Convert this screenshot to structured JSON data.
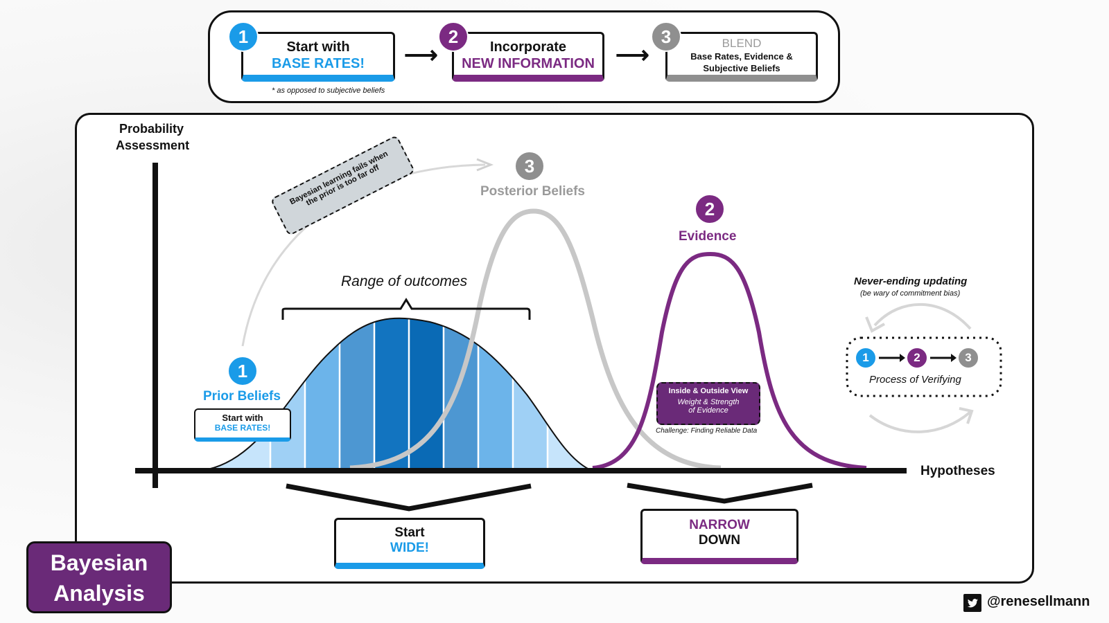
{
  "colors": {
    "blue": "#1a9be8",
    "purple": "#7b2a82",
    "gray": "#8f8f8f",
    "light_gray": "#c7c7c7",
    "dark_purple": "#6a2a78"
  },
  "process": {
    "steps": [
      {
        "number": "1",
        "line1": "Start with",
        "line2": "BASE RATES!",
        "note": "* as opposed to subjective beliefs"
      },
      {
        "number": "2",
        "line1": "Incorporate",
        "line2": "NEW INFORMATION"
      },
      {
        "number": "3",
        "line1": "BLEND",
        "line2": "Base Rates, Evidence &",
        "line3": "Subjective Beliefs"
      }
    ]
  },
  "axes": {
    "y_label_1": "Probability",
    "y_label_2": "Assessment",
    "x_label": "Hypotheses"
  },
  "callout": {
    "line1": "Bayesian learning fails when",
    "line2": "the prior is too far off"
  },
  "range_label": "Range of outcomes",
  "prior": {
    "number": "1",
    "title": "Prior Beliefs",
    "box_line1": "Start with",
    "box_line2": "BASE RATES!"
  },
  "posterior": {
    "number": "3",
    "title": "Posterior Beliefs"
  },
  "evidence": {
    "number": "2",
    "title": "Evidence",
    "box_line1": "Inside & Outside View",
    "box_line2": "Weight & Strength",
    "box_line3": "of Evidence",
    "challenge": "Challenge: Finding Reliable Data"
  },
  "updating": {
    "title": "Never-ending updating",
    "subtitle": "(be wary of commitment bias)",
    "nums": [
      "1",
      "2",
      "3"
    ],
    "caption": "Process of Verifying"
  },
  "start_wide": {
    "line1": "Start",
    "line2": "WIDE!"
  },
  "narrow_down": {
    "line1": "NARROW",
    "line2": "DOWN"
  },
  "title": {
    "line1": "Bayesian",
    "line2": "Analysis"
  },
  "handle": "@renesellmann"
}
